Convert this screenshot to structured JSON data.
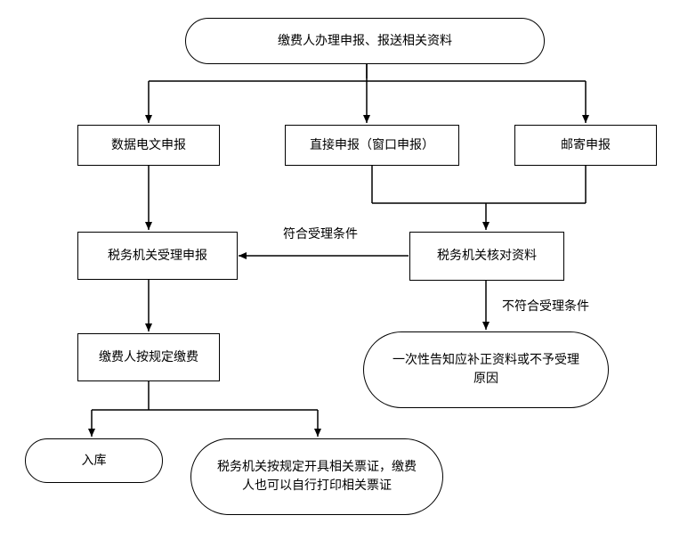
{
  "nodes": {
    "start": "缴费人办理申报、报送相关资料",
    "electronic": "数据电文申报",
    "direct": "直接申报（窗口申报）",
    "mail": "邮寄申报",
    "accept": "税务机关受理申报",
    "verify": "税务机关核对资料",
    "pay": "缴费人按规定缴费",
    "notify": "一次性告知应补正资料或不予受理原因",
    "storage": "入库",
    "receipt": "税务机关按规定开具相关票证，缴费人也可以自行打印相关票证"
  },
  "edge_labels": {
    "meets_conditions": "符合受理条件",
    "not_meets_conditions": "不符合受理条件"
  }
}
